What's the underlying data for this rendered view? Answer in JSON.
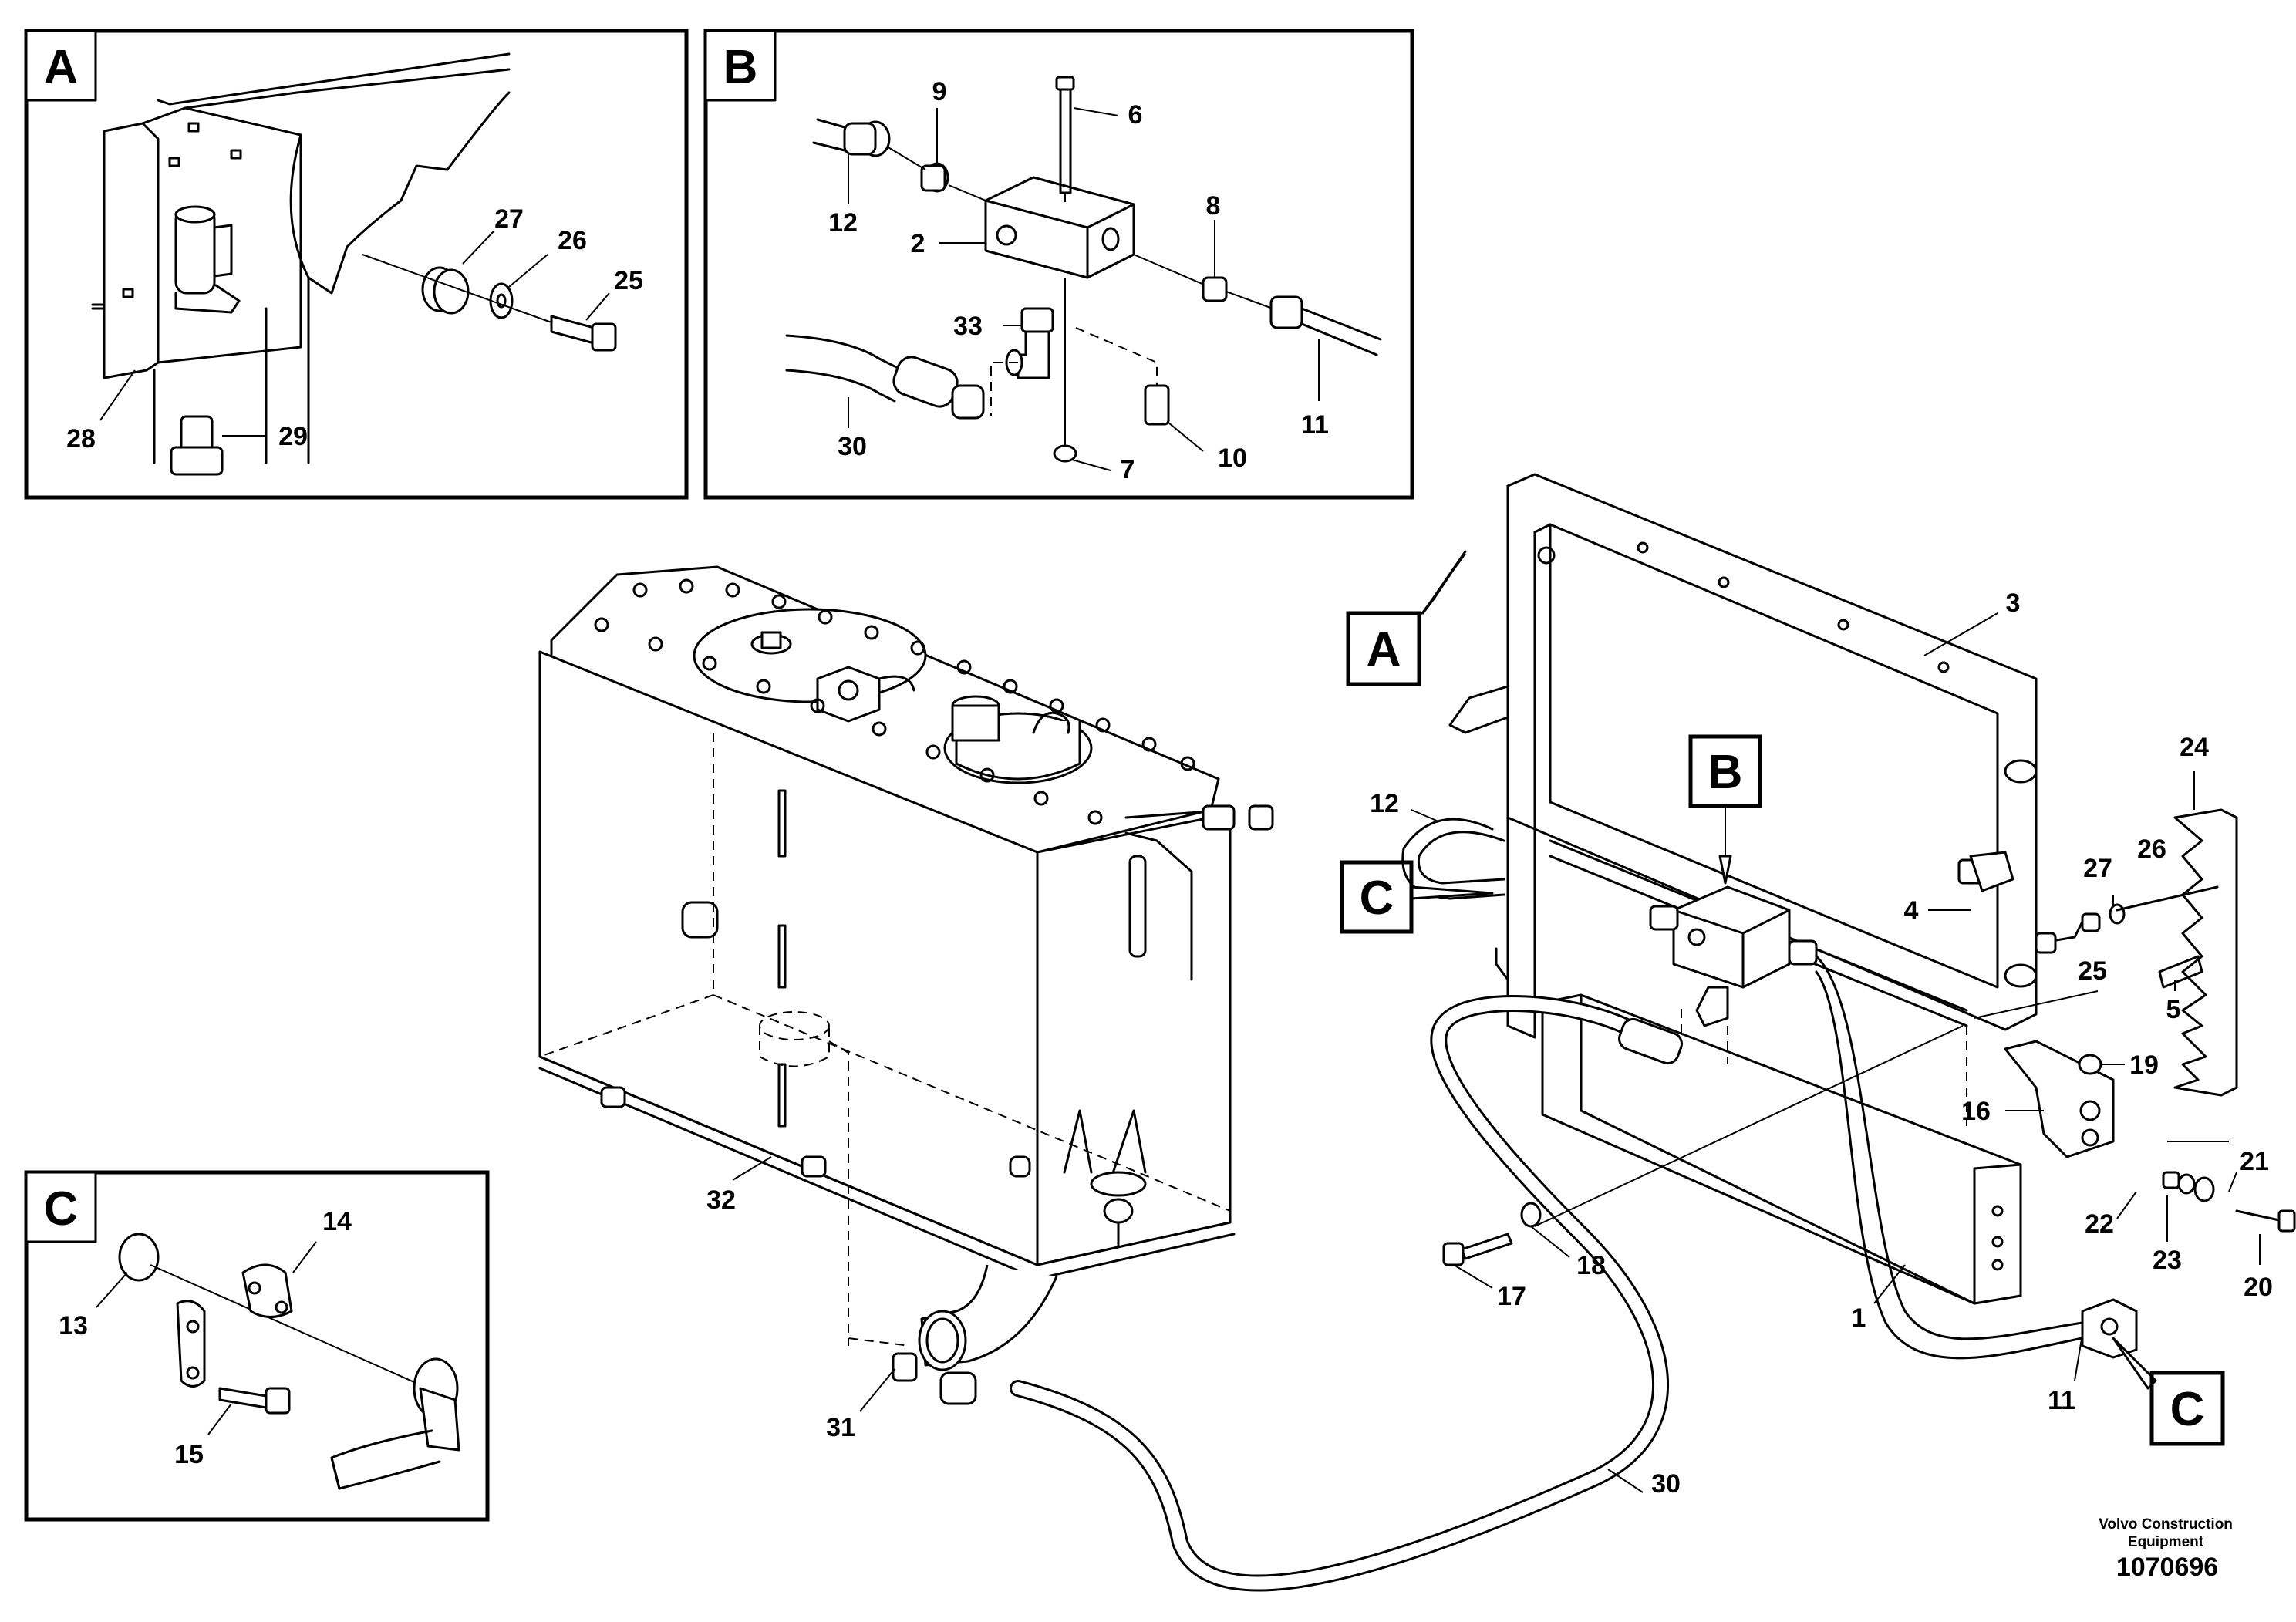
{
  "panels": {
    "a": {
      "letter": "A",
      "labels": {
        "l27": "27",
        "l26": "26",
        "l25": "25",
        "l28": "28",
        "l29": "29"
      }
    },
    "b": {
      "letter": "B",
      "labels": {
        "l9": "9",
        "l6": "6",
        "l12": "12",
        "l8": "8",
        "l2": "2",
        "l33": "33",
        "l30": "30",
        "l7": "7",
        "l10": "10",
        "l11": "11"
      }
    },
    "c": {
      "letter": "C",
      "labels": {
        "l14": "14",
        "l13": "13",
        "l15": "15"
      }
    }
  },
  "callouts": {
    "a": "A",
    "b": "B",
    "c_left": "C",
    "c_right": "C"
  },
  "labels": {
    "l3": "3",
    "l24": "24",
    "l12": "12",
    "l4": "4",
    "l27": "27",
    "l26": "26",
    "l25": "25",
    "l5": "5",
    "l19": "19",
    "l16": "16",
    "l21": "21",
    "l32": "32",
    "l22": "22",
    "l23": "23",
    "l20": "20",
    "l18": "18",
    "l17": "17",
    "l1": "1",
    "l31": "31",
    "l11": "11",
    "l30": "30"
  },
  "footer": {
    "company_line1": "Volvo Construction",
    "company_line2": "Equipment",
    "doc_number": "1070696"
  }
}
